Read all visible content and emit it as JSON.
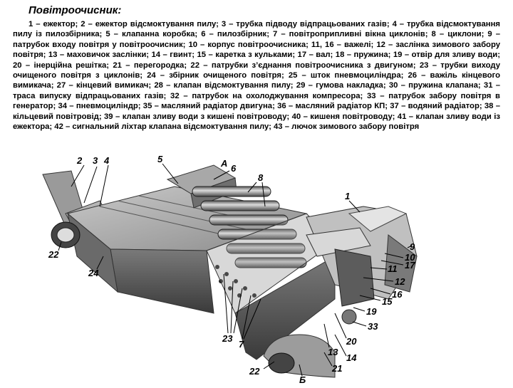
{
  "title": "Повітроочисник:",
  "legend": "1 – ежектор; 2 – ежектор відсмоктування пилу; 3 – трубка підводу відпрацьованих газів; 4 – трубка відсмоктування пилу із пилозбірника; 5 – клапанна коробка; 6 – пилозбірник; 7 – повітроприпливні вікна циклонів; 8 – циклони; 9 – патрубок входу повітря у повітроочисник; 10 – корпус повітроочисника; 11, 16 – важелі; 12 – заслінка зимового забору повітря; 13 – маховичок заслінки; 14 – гвинт; 15 – каретка з кульками; 17 – вал; 18 – пружина; 19 – отвір для зливу води; 20 – інерційна решітка; 21 – перегородка; 22 – патрубки з’єднання повітроочисника з двигуном; 23 – трубки виходу очищеного повітря з циклонів; 24 – збірник очищеного повітря; 25 – шток пневмоциліндра; 26 – важіль кінцевого вимикача; 27 – кінцевий вимикач; 28 – клапан відсмоктування пилу; 29 – гумова накладка; 30 – пружина клапана; 31 – траса випуску відпрацьованих газів; 32 – патрубок на охолоджування компресора; 33 – патрубок забору повітря в генератор; 34 – пневмоциліндр; 35 – масляний радіатор двигуна; 36 – масляний радіатор КП; 37 – водяний радіатор; 38 – кільцевий повітровід; 39 – клапан зливу води з кишені повітроводу; 40 – кишеня повітроводу; 41 – клапан зливу води із ежектора; 42 – сигнальний ліхтар клапана відсмоктування пилу; 43 – лючок зимового забору повітря",
  "labels": {
    "l1": "1",
    "l2": "2",
    "l3": "3",
    "l4": "4",
    "l5": "5",
    "l6": "6",
    "lA": "А",
    "l8": "8",
    "l9": "9",
    "l10": "10",
    "l11": "11",
    "l17": "17",
    "l12": "12",
    "l16": "16",
    "l15": "15",
    "l19": "19",
    "l33": "33",
    "l20": "20",
    "l13": "13",
    "l14": "14",
    "l21": "21",
    "l22a": "22",
    "l24": "24",
    "l23": "23",
    "l7": "7",
    "l22b": "22",
    "lB": "Б"
  },
  "icons": {
    "figure": "air-cleaner-drawing"
  }
}
